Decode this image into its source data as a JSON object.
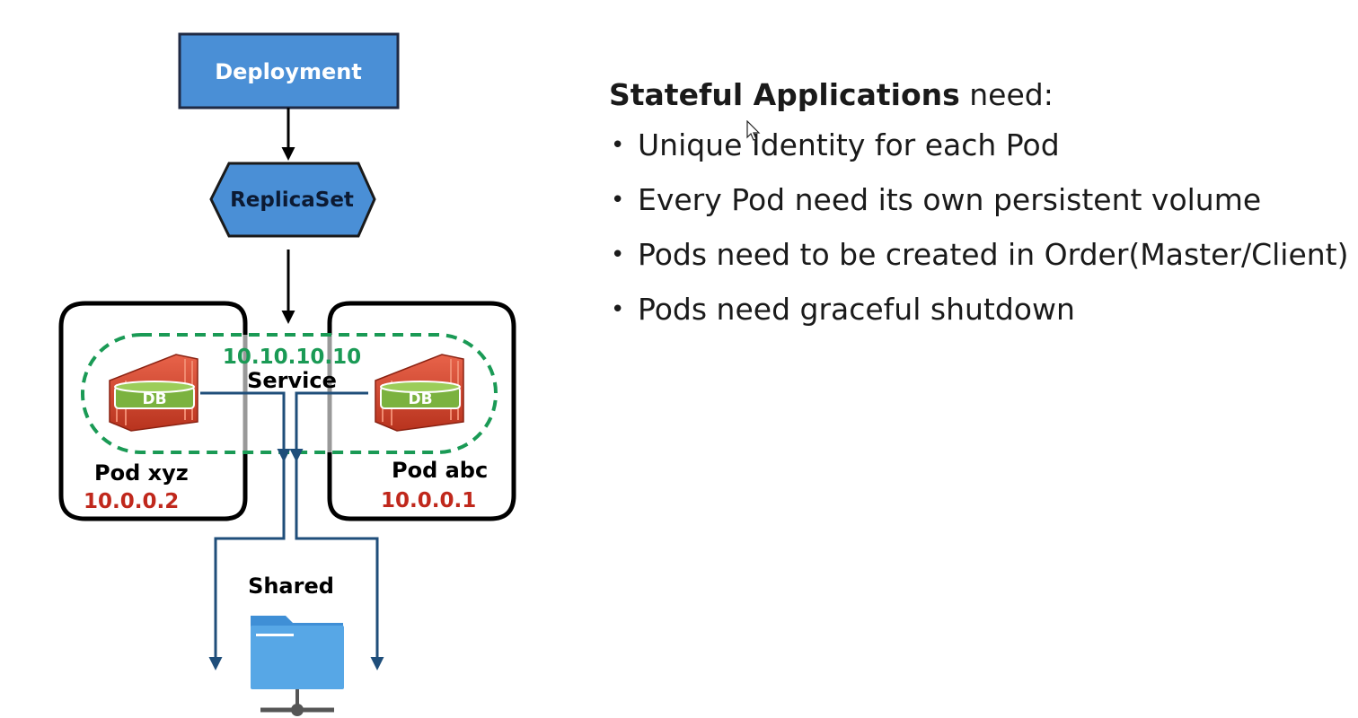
{
  "diagram": {
    "deployment_label": "Deployment",
    "replicaset_label": "ReplicaSet",
    "service_ip": "10.10.10.10",
    "service_label": "Service",
    "db_label": "DB",
    "pod_left": {
      "name": "Pod xyz",
      "ip": "10.0.0.2"
    },
    "pod_right": {
      "name": "Pod abc",
      "ip": "10.0.0.1"
    },
    "shared_label": "Shared",
    "colors": {
      "blue_box": "#4a8fd6",
      "navy_line": "#1f4e7a",
      "service_green": "#1a9a55",
      "ip_red": "#c0281c",
      "container_red": "#d84a2f",
      "db_green": "#7bb23f",
      "folder_blue": "#57a7e6"
    }
  },
  "info": {
    "heading_strong": "Stateful Applications",
    "heading_rest": " need:",
    "bullets": [
      "Unique Identity for each Pod",
      "Every Pod need its own persistent volume",
      "Pods need to be created in Order(Master/Client)",
      "Pods need graceful shutdown"
    ]
  }
}
